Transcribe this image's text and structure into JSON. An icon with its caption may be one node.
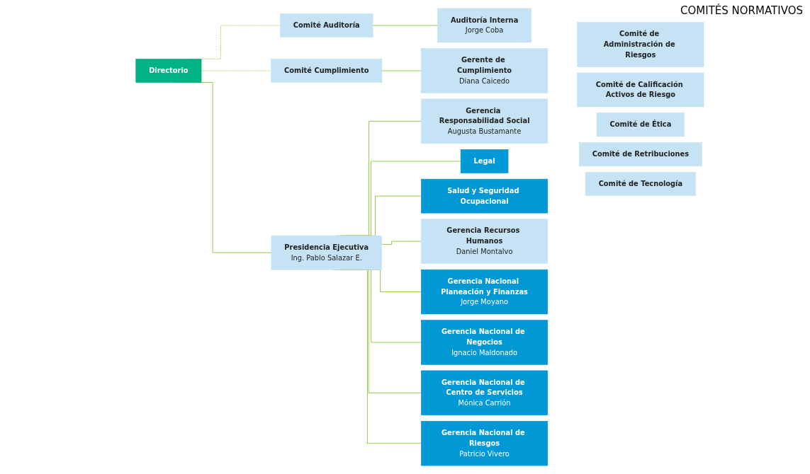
{
  "diagram": {
    "nodes": [
      {
        "text": [
          "Directorio"
        ]
      },
      {
        "text": [
          "Comité Auditoría"
        ]
      },
      {
        "text": [
          "Auditoría Interna",
          "Jorge Coba"
        ]
      },
      {
        "text": [
          "Comité Cumplimiento"
        ]
      },
      {
        "text": [
          "Gerente de Cumplimiento",
          "Diana Caicedo"
        ]
      },
      {
        "text": [
          "Presidencia Ejecutiva",
          "Ing. Pablo Salazar E."
        ]
      },
      {
        "text": [
          "Gerencia Responsabilidad Social",
          "Augusta Bustamante"
        ]
      },
      {
        "text": [
          "Legal"
        ]
      },
      {
        "text": [
          "Salud y Seguridad Ocupacional"
        ]
      },
      {
        "text": [
          "Gerencia Recursos Humanos",
          "Daniel Montalvo"
        ]
      },
      {
        "text": [
          "Gerencia Nacional Planeación y Finanzas",
          "Jorge Moyano"
        ]
      },
      {
        "text": [
          "Gerencia Nacional de Negocios",
          "Ignacio Maldonado"
        ]
      },
      {
        "text": [
          "Gerencia Nacional de Centro de Servicios",
          "Mónica Carrión"
        ]
      },
      {
        "text": [
          "Gerencia Nacional de Riesgos",
          "Patricio Vivero"
        ]
      },
      {
        "text": [
          "Comité de Administración de Riesgos"
        ]
      },
      {
        "text": [
          "Comité de Calificación Activos de Riesgo"
        ]
      },
      {
        "text": [
          "Comité de Ética"
        ]
      },
      {
        "text": [
          "Comité de Retribuciones"
        ]
      },
      {
        "text": [
          "Comité de Tecnología"
        ]
      }
    ],
    "edges": [
      {
        "from": 0,
        "to": 1,
        "arrow": "none",
        "style": "dashed"
      },
      {
        "from": 0,
        "to": 3,
        "arrow": "none",
        "style": "dashed"
      },
      {
        "from": 0,
        "to": 5,
        "arrow": "none"
      },
      {
        "from": 1,
        "to": 2,
        "arrow": "none"
      },
      {
        "from": 3,
        "to": 4,
        "arrow": "none"
      },
      {
        "from": 5,
        "to": 6,
        "arrow": "none"
      },
      {
        "from": 5,
        "to": 7,
        "arrow": "none"
      },
      {
        "from": 5,
        "to": 8,
        "arrow": "none"
      },
      {
        "from": 5,
        "to": 9,
        "arrow": "none"
      },
      {
        "from": 5,
        "to": 10,
        "arrow": "none"
      },
      {
        "from": 5,
        "to": 11,
        "arrow": "none"
      },
      {
        "from": 5,
        "to": 12,
        "arrow": "none"
      },
      {
        "from": 5,
        "to": 13,
        "arrow": "none"
      }
    ],
    "labels": [
      "COMITÉS NORMATIVOS"
    ]
  }
}
